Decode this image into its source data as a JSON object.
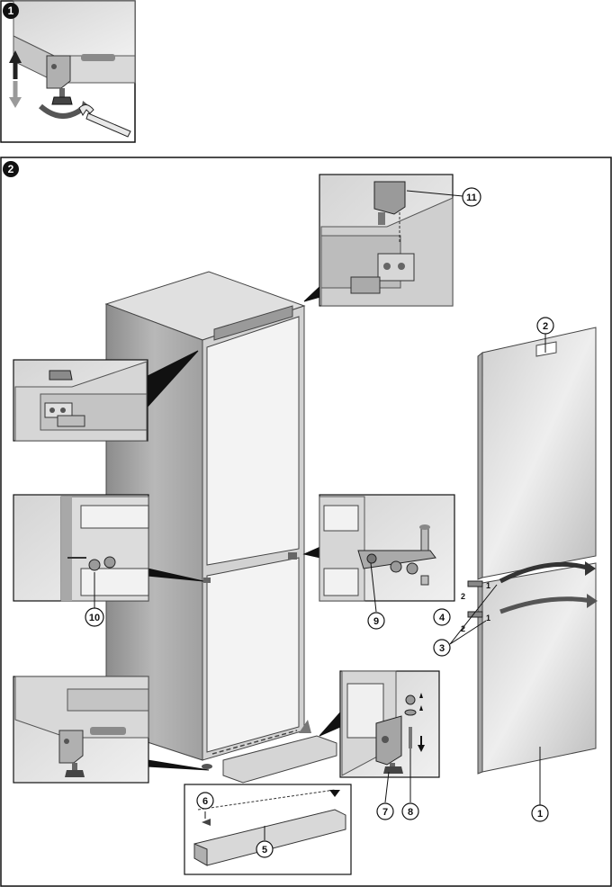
{
  "steps": [
    {
      "label": "1"
    },
    {
      "label": "2"
    }
  ],
  "callouts": [
    {
      "label": "1"
    },
    {
      "label": "2"
    },
    {
      "label": "3"
    },
    {
      "label": "4"
    },
    {
      "label": "5"
    },
    {
      "label": "6"
    },
    {
      "label": "7"
    },
    {
      "label": "8"
    },
    {
      "label": "9"
    },
    {
      "label": "10"
    },
    {
      "label": "11"
    }
  ],
  "small_marks": {
    "mark_a": "2",
    "mark_b": "1",
    "mark_c": "2",
    "mark_d": "1"
  },
  "colors": {
    "frame": "#111111",
    "body": "#d8d8d8",
    "body_dark": "#9a9a9a",
    "door": "#dcdcdc",
    "shadow": "#6e6e6e",
    "inset_bg": "#e6e6e6"
  }
}
